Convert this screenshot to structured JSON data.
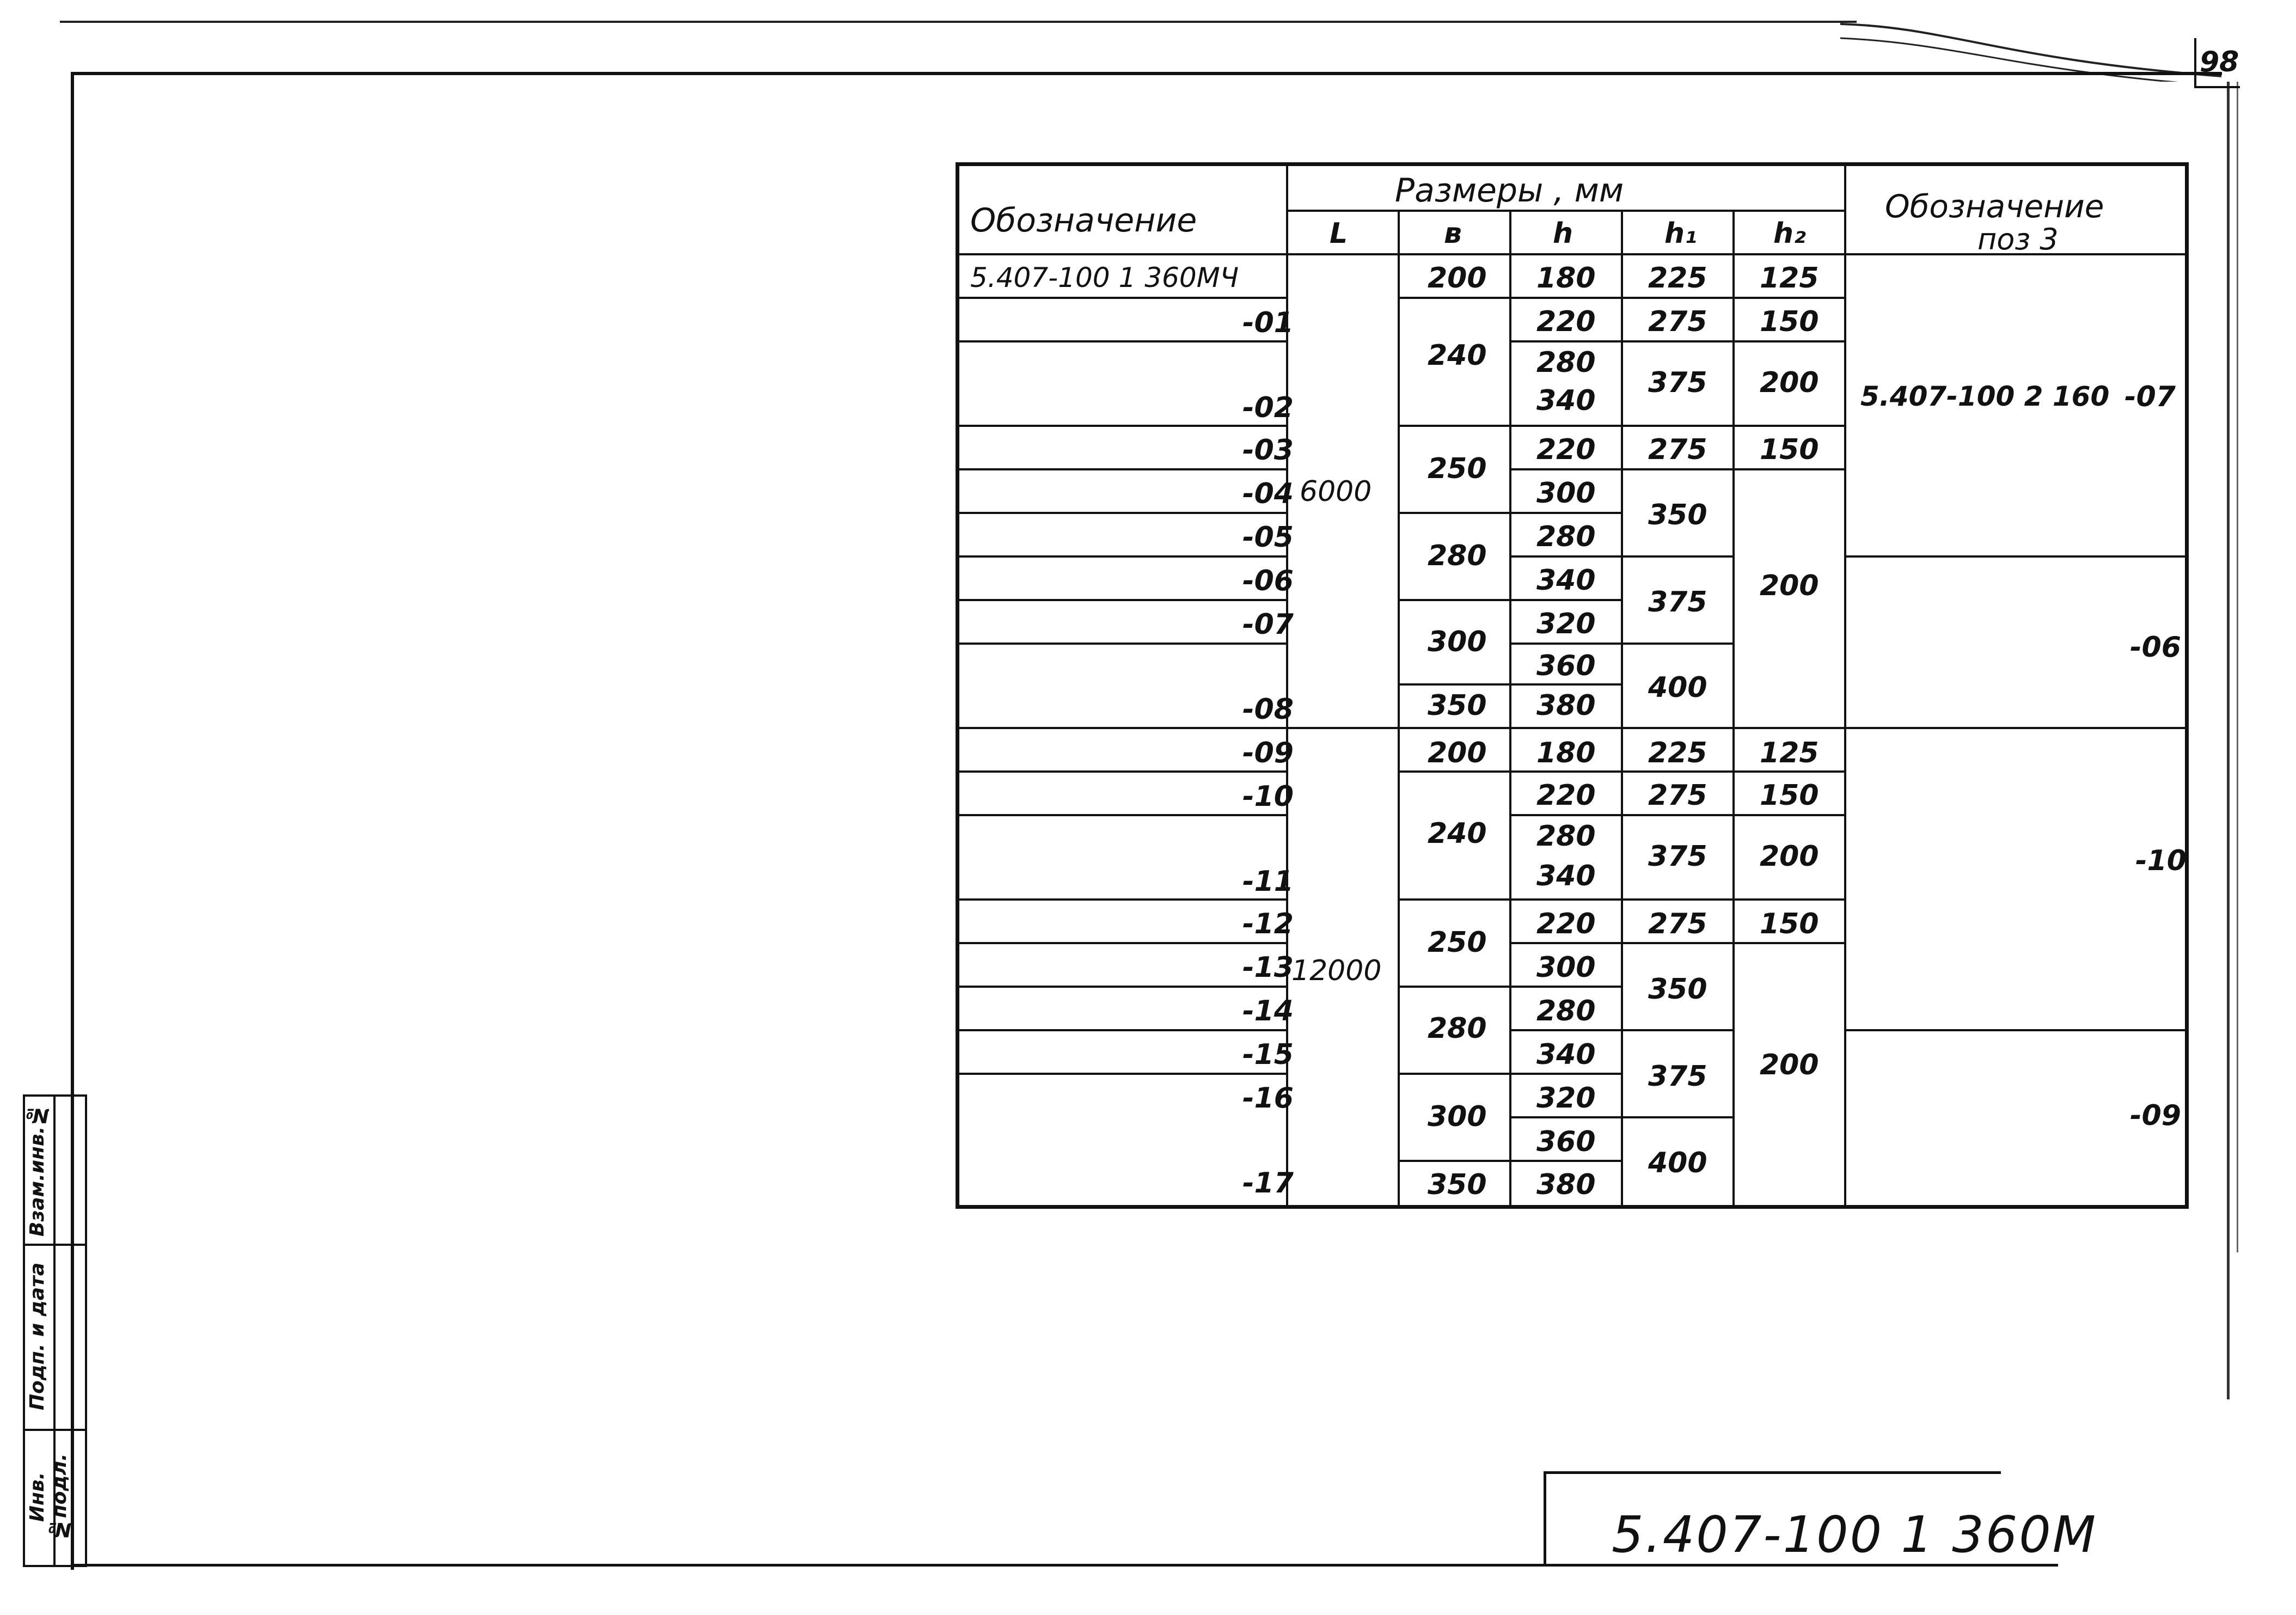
{
  "sheet_number": "98",
  "document_code": "5.407-100 1 360M",
  "side_stamp": {
    "labels": [
      "Инв.№подл.",
      "Подп. и дата",
      "Взам.инв.№"
    ]
  },
  "table": {
    "header": {
      "designation": "Обозначение",
      "dimensions_group": "Размеры , мм",
      "col_L": "L",
      "col_b": "в",
      "col_h": "h",
      "col_h1": "h₁",
      "col_h2": "h₂",
      "pos3_line1": "Обозначение",
      "pos3_line2": "поз 3"
    },
    "designations": [
      "5.407-100 1 360МЧ",
      "-01",
      "-02",
      "-03",
      "-04",
      "-05",
      "-06",
      "-07",
      "-08",
      "-09",
      "-10",
      "-11",
      "-12",
      "-13",
      "-14",
      "-15",
      "-16",
      "-17"
    ],
    "L_values": [
      "6000",
      "12000"
    ],
    "b_values": [
      "200",
      "240",
      "250",
      "280",
      "300",
      "350",
      "200",
      "240",
      "250",
      "280",
      "300",
      "350"
    ],
    "h_values": [
      "180",
      "220",
      "280",
      "340",
      "220",
      "300",
      "280",
      "340",
      "320",
      "360",
      "380",
      "180",
      "220",
      "280",
      "340",
      "220",
      "300",
      "280",
      "340",
      "320",
      "360",
      "380"
    ],
    "h1_values": [
      "225",
      "275",
      "375",
      "275",
      "350",
      "375",
      "400",
      "225",
      "275",
      "375",
      "275",
      "350",
      "375",
      "400"
    ],
    "h2_values": [
      "125",
      "150",
      "200",
      "150",
      "200",
      "125",
      "150",
      "200",
      "150",
      "200"
    ],
    "pos3_values": [
      "5.407-100 2 160",
      "-07",
      "-06",
      "-10",
      "-09"
    ]
  }
}
